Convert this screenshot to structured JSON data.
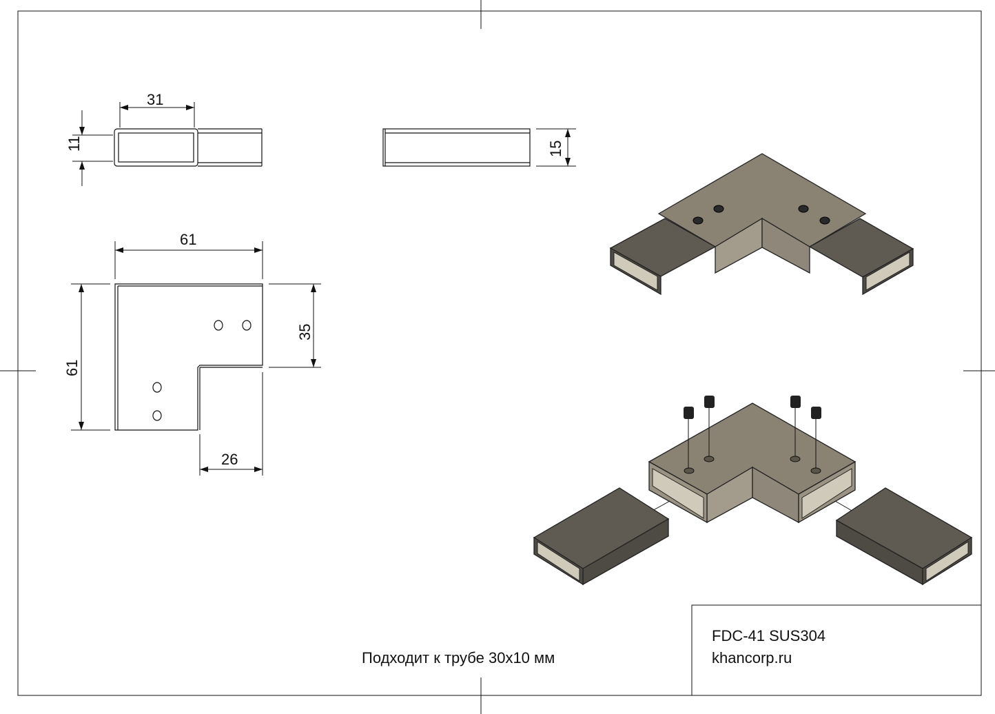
{
  "drawing": {
    "dimensions": {
      "end_width": "31",
      "end_height": "11",
      "side_height": "15",
      "top_width": "61",
      "top_height": "61",
      "arm_width": "35",
      "arm_depth": "26"
    },
    "note": "Подходит к трубе 30х10 мм",
    "title_block": {
      "part_number": "FDC-41 SUS304",
      "website": "khancorp.ru"
    },
    "colors": {
      "metal_top": "#8a8374",
      "metal_side": "#a39c8c",
      "tube_top": "#5f5a52",
      "tube_inner": "#cfcab9"
    }
  }
}
